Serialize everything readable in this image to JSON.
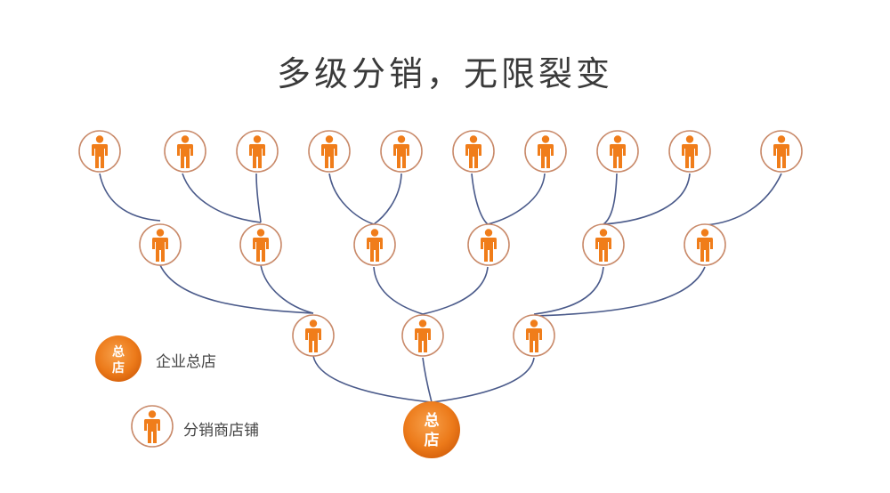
{
  "title": "多级分销，无限裂变",
  "hq_label": "总店",
  "hq_label_top": "总",
  "hq_label_bottom": "店",
  "legend": [
    {
      "kind": "headquarters",
      "label": "企业总店"
    },
    {
      "kind": "distributor",
      "label": "分销商店铺"
    }
  ],
  "colors": {
    "orange": "#f07d1a",
    "orange_dark": "#e06a10",
    "ring": "#c98a6a",
    "line": "#4a5a8a",
    "title": "#3a3a3a"
  },
  "icons": {
    "person": "person-icon",
    "headquarters": "store-badge-icon"
  }
}
